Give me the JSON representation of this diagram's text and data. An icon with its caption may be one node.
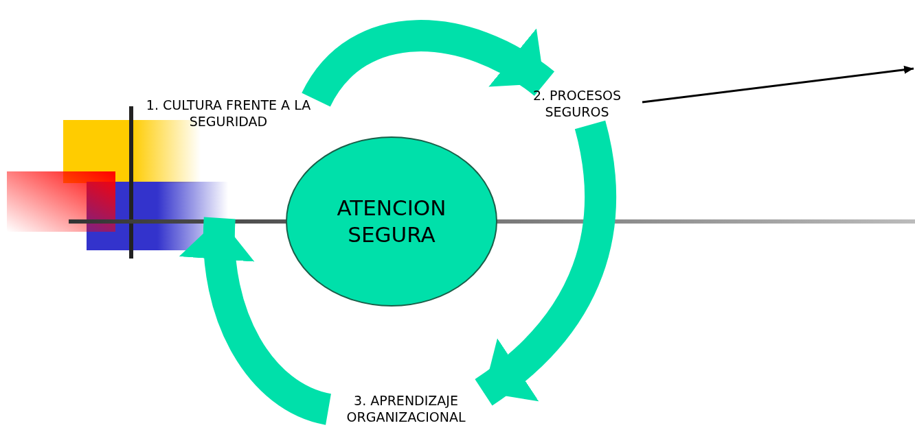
{
  "diagram": {
    "nodes": [
      {
        "text": [
          "1. CULTURA FRENTE A LA SEGURIDAD"
        ]
      },
      {
        "text": [
          "2. PROCESOS SEGUROS"
        ]
      },
      {
        "text": [
          "3. APRENDIZAJE ORGANIZACIONAL"
        ]
      },
      {
        "text": [
          "ATENCION SEGURA"
        ]
      }
    ],
    "edges": [
      {
        "from": 0,
        "to": 1,
        "arrow": "to"
      },
      {
        "from": 1,
        "to": 2,
        "arrow": "to"
      },
      {
        "from": 2,
        "to": 0,
        "arrow": "to"
      },
      {
        "from": 1,
        "to": null,
        "arrow": "to",
        "color": "#000000"
      }
    ]
  }
}
